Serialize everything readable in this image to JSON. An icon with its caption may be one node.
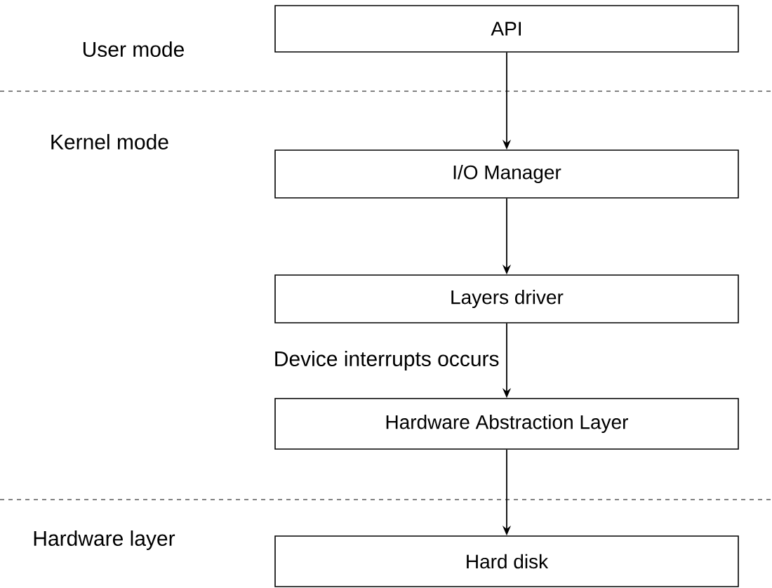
{
  "diagram": {
    "nodes": [
      {
        "text": [
          "API"
        ]
      },
      {
        "text": [
          "I/O Manager"
        ]
      },
      {
        "text": [
          "Layers driver"
        ]
      },
      {
        "text": [
          "Hardware Abstraction Layer"
        ]
      },
      {
        "text": [
          "Hard disk"
        ]
      }
    ],
    "edges": [
      {
        "from": 0,
        "to": 1,
        "arrow": "to"
      },
      {
        "from": 1,
        "to": 2,
        "arrow": "to"
      },
      {
        "from": 2,
        "to": 3,
        "arrow": "to",
        "label": "Device interrupts occurs"
      },
      {
        "from": 3,
        "to": 4,
        "arrow": "to"
      }
    ],
    "labels": [
      "User mode",
      "Kernel mode",
      "Hardware layer"
    ]
  }
}
